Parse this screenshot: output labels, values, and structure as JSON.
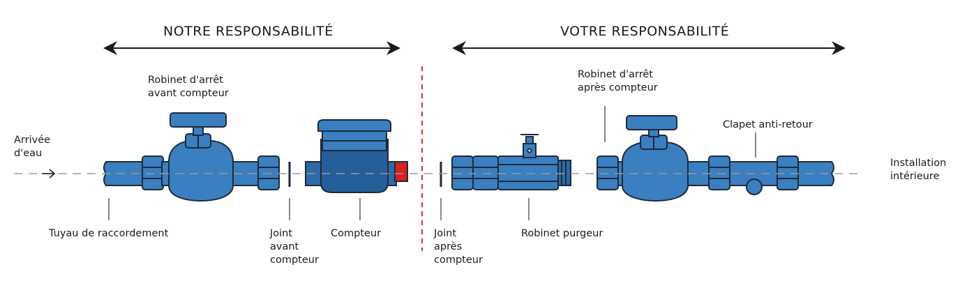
{
  "headings": {
    "left": "NOTRE RESPONSABILITÉ",
    "right": "VOTRE RESPONSABILITÉ"
  },
  "labels": {
    "arrivee": "Arrivée\nd'eau",
    "installation": "Installation\nintérieure",
    "robinet_avant": "Robinet d'arrêt\navant compteur",
    "robinet_apres": "Robinet d'arrêt\naprès compteur",
    "clapet": "Clapet anti-retour",
    "tuyau": "Tuyau de raccordement",
    "joint_avant": "Joint\navant\ncompteur",
    "compteur": "Compteur",
    "joint_apres": "Joint\naprès\ncompteur",
    "robinet_purgeur": "Robinet purgeur"
  },
  "colors": {
    "pipe": "#3a7fc0",
    "pipe_dark": "#2c6aa8",
    "outline": "#1e2a3a",
    "meter_body": "#245f9c",
    "meter_cap": "#d82020",
    "divider": "#d03030",
    "centerline": "#9a9a9a"
  }
}
